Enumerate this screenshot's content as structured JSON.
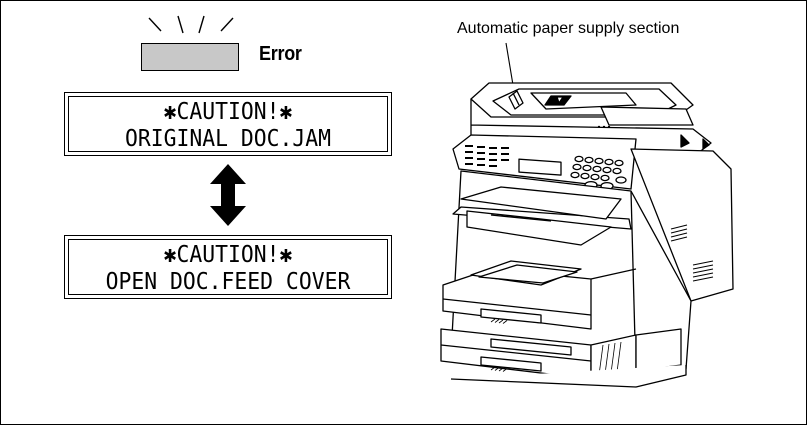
{
  "indicator": {
    "label": "Error",
    "light_color": "#c8c8c8",
    "state": "lit"
  },
  "screens": [
    {
      "line1": "✱CAUTION!✱",
      "line2": "ORIGINAL DOC.JAM"
    },
    {
      "line1": "✱CAUTION!✱",
      "line2": "OPEN DOC.FEED COVER"
    }
  ],
  "transition_icon": "up-down-arrow-icon",
  "callout": {
    "text": "Automatic paper supply section"
  },
  "illustration": "multifunction-printer-icon"
}
